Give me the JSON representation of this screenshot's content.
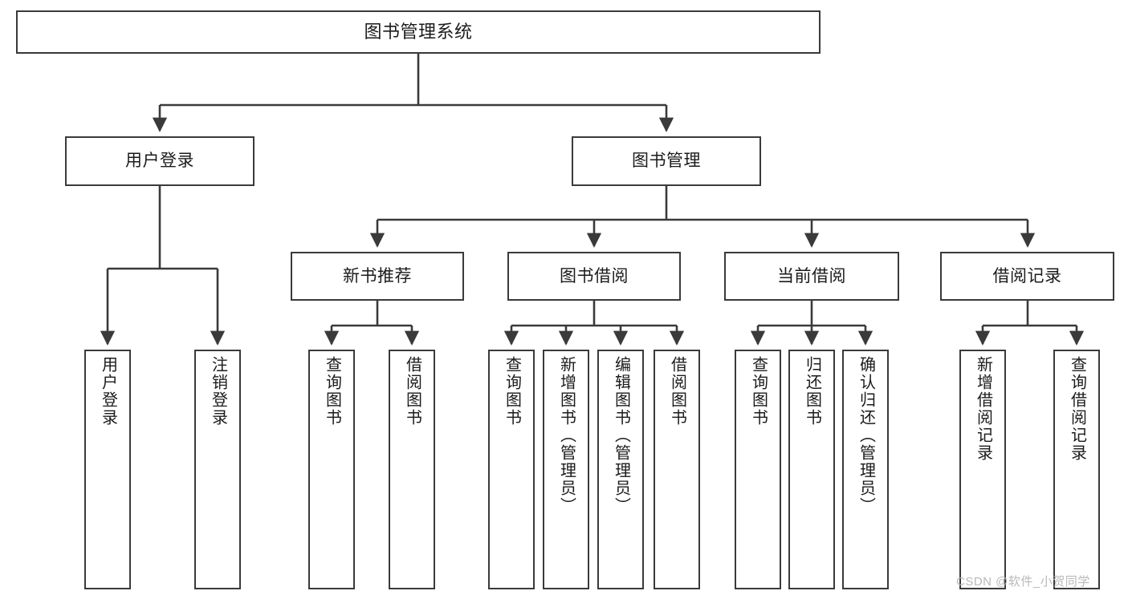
{
  "diagram": {
    "title": "图书管理系统",
    "type": "tree",
    "watermark": "CSDN @软件_小贺同学",
    "colors": {
      "background": "#ffffff",
      "box_border": "#3a3a3a",
      "box_fill": "#ffffff",
      "text": "#1b1b1b",
      "edge": "#3a3a3a",
      "watermark": "#b9b9b9"
    },
    "root": {
      "label": "图书管理系统"
    },
    "level2": [
      {
        "label": "用户登录"
      },
      {
        "label": "图书管理"
      }
    ],
    "level3": [
      {
        "label": "新书推荐"
      },
      {
        "label": "图书借阅"
      },
      {
        "label": "当前借阅"
      },
      {
        "label": "借阅记录"
      }
    ],
    "leaves": {
      "user_login": [
        {
          "label": "用户登录"
        },
        {
          "label": "注销登录"
        }
      ],
      "new_book_recommend": [
        {
          "label": "查询图书"
        },
        {
          "label": "借阅图书"
        }
      ],
      "book_borrow": [
        {
          "label": "查询图书"
        },
        {
          "label": "新增图书（管理员）"
        },
        {
          "label": "编辑图书（管理员）"
        },
        {
          "label": "借阅图书"
        }
      ],
      "current_borrow": [
        {
          "label": "查询图书"
        },
        {
          "label": "归还图书"
        },
        {
          "label": "确认归还（管理员）"
        }
      ],
      "borrow_record": [
        {
          "label": "新增借阅记录"
        },
        {
          "label": "查询借阅记录"
        }
      ]
    }
  }
}
